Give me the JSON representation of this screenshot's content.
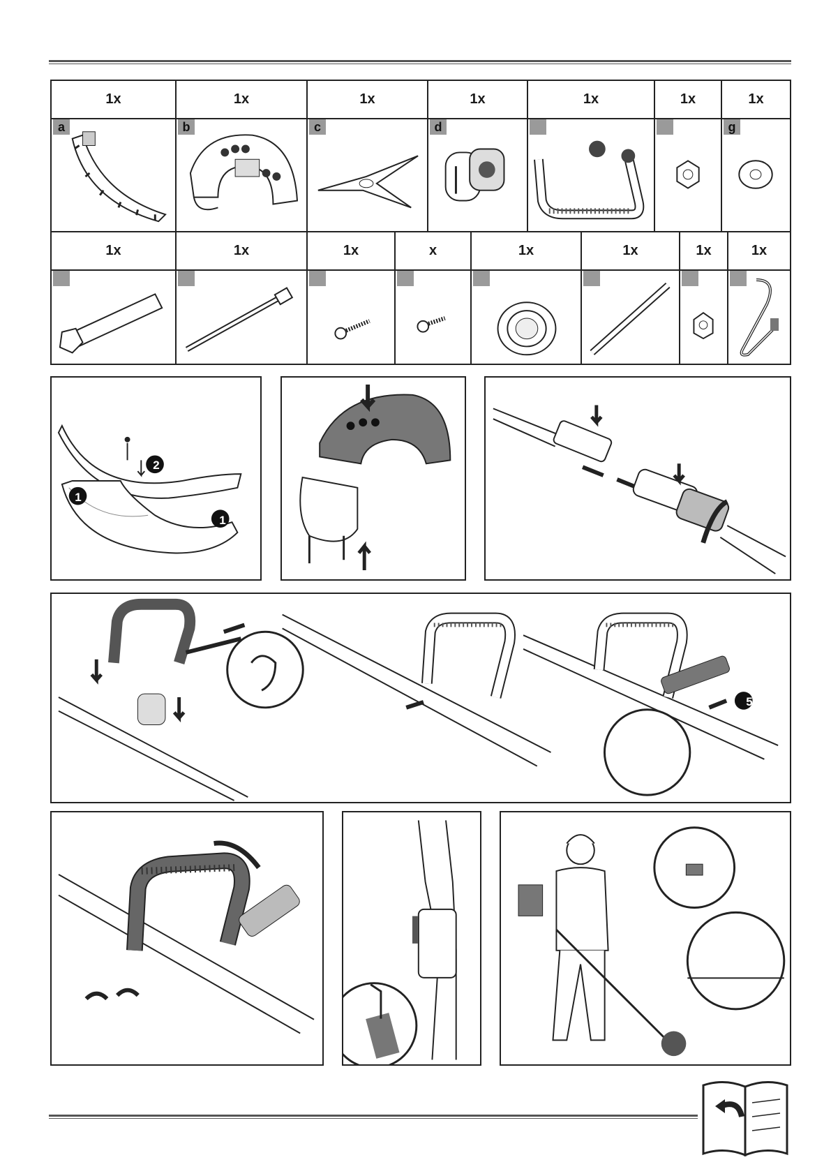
{
  "parts_row1": [
    {
      "id": "a",
      "qty": "1x",
      "tag": "a",
      "icon": "grass-guard-extension-icon"
    },
    {
      "id": "b",
      "qty": "1x",
      "tag": "b",
      "icon": "guard-cover-icon"
    },
    {
      "id": "c",
      "qty": "1x",
      "tag": "c",
      "icon": "three-tooth-blade-icon"
    },
    {
      "id": "d",
      "qty": "1x",
      "tag": "d",
      "icon": "handle-clamp-icon"
    },
    {
      "id": "e",
      "qty": "1x",
      "tag": "",
      "icon": "d-handle-icon"
    },
    {
      "id": "f",
      "qty": "1x",
      "tag": "",
      "icon": "nut-icon"
    },
    {
      "id": "g",
      "qty": "1x",
      "tag": "g",
      "icon": "washer-icon"
    }
  ],
  "parts_row2": [
    {
      "id": "h",
      "qty": "1x",
      "tag": "",
      "icon": "box-spanner-icon"
    },
    {
      "id": "i",
      "qty": "1x",
      "tag": "",
      "icon": "handle-bolt-icon"
    },
    {
      "id": "j",
      "qty": "1x",
      "tag": "",
      "icon": "long-screw-icon"
    },
    {
      "id": "k",
      "qty": "x",
      "tag": "",
      "icon": "short-screw-icon"
    },
    {
      "id": "l",
      "qty": "1x",
      "tag": "",
      "icon": "flange-cup-icon"
    },
    {
      "id": "m",
      "qty": "1x",
      "tag": "",
      "icon": "hex-key-rod-icon"
    },
    {
      "id": "n",
      "qty": "1x",
      "tag": "",
      "icon": "lock-nut-icon"
    },
    {
      "id": "o",
      "qty": "1x",
      "tag": "",
      "icon": "shoulder-strap-icon"
    }
  ],
  "callouts": {
    "one": "1",
    "two": "2",
    "five": "5"
  },
  "colors": {
    "line": "#222222",
    "tag": "#9a9a9a",
    "grip": "#555555"
  }
}
